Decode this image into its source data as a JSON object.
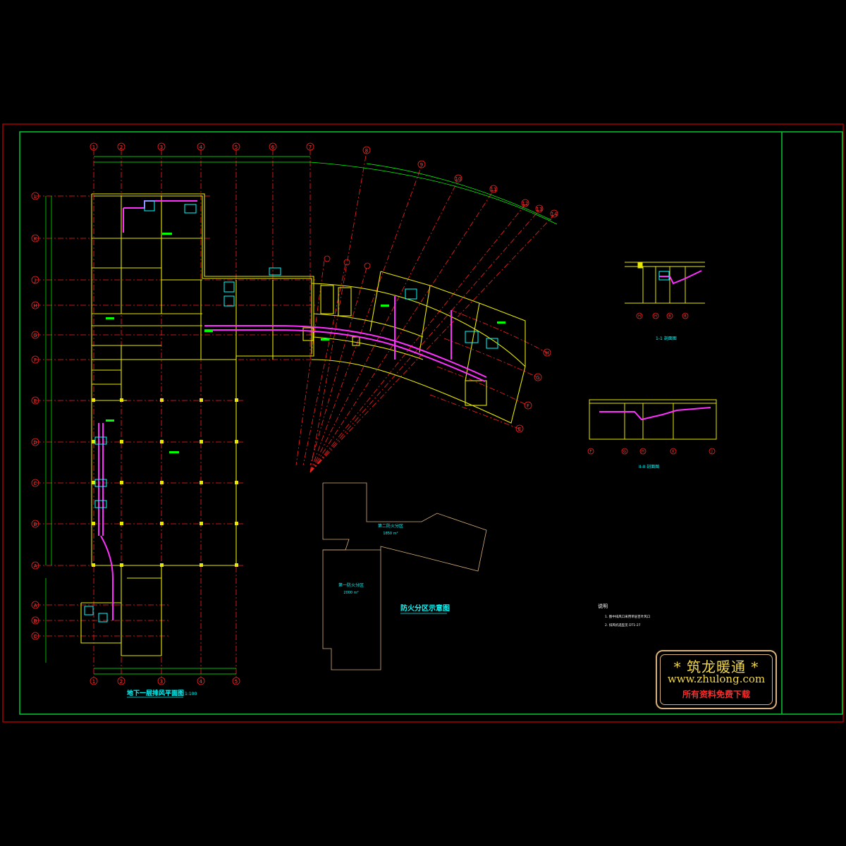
{
  "sheet": {
    "colors": {
      "outer_frame": "#cc0000",
      "inner_frame": "#00cc33",
      "walls": "#e8e800",
      "grid_axis": "#ff2020",
      "ducts": "#ff30ff",
      "equipment": "#00ffff",
      "dimension": "#00ff00",
      "stamp_text": "#f0d84a",
      "stamp_border": "#d8b07a"
    },
    "plan_title": "地下一层排风平面图",
    "plan_scale": "1:100",
    "fire_zone_title": "防火分区示意图",
    "fire_zone_1": "第一防火分区",
    "fire_zone_1_area": "2000 m²",
    "fire_zone_2": "第二防火分区",
    "fire_zone_2_area": "1850 m²",
    "section_1_title": "1-1 剖面图",
    "section_2_title": "II-II 剖面图",
    "section_1_axes": [
      "H",
      "H",
      "B",
      "B"
    ],
    "section_2_axes": [
      "F",
      "G",
      "H",
      "K",
      "J"
    ],
    "notes_heading": "说明",
    "notes": [
      "1. 图中排风口采用单层百叶风口",
      "2. 排风机选型见 DT1-27"
    ],
    "stamp": {
      "title": "* 筑龙暖通 *",
      "url": "www.zhulong.com",
      "free": "所有资料免费下载"
    },
    "top_axes": [
      "1",
      "2",
      "3",
      "4",
      "5",
      "6",
      "7"
    ],
    "bottom_axes": [
      "1",
      "2",
      "3",
      "4",
      "5"
    ],
    "left_axes": [
      "L",
      "K",
      "J",
      "H",
      "G",
      "F",
      "E",
      "D",
      "C",
      "B",
      "A"
    ],
    "curved_axes": [
      "8",
      "9",
      "10",
      "11",
      "12",
      "13",
      "14"
    ],
    "right_curved_axes": [
      "H",
      "G",
      "F",
      "E"
    ],
    "lower_left_axes": [
      "A",
      "B",
      "C"
    ]
  }
}
